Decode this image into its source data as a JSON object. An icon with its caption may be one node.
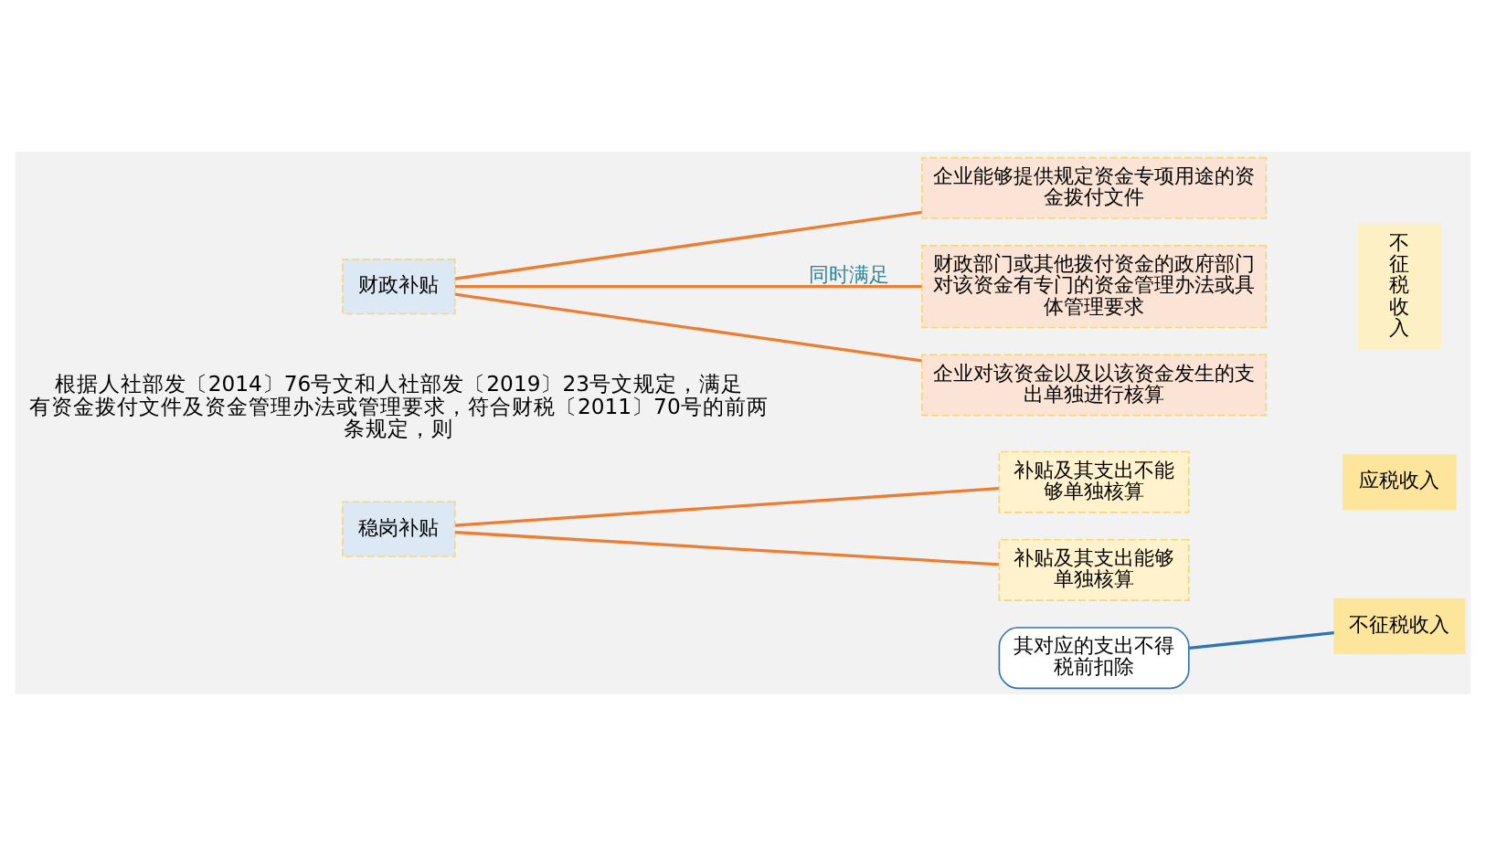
{
  "diagram": {
    "nodes": [
      {
        "text": [
          "财政补贴"
        ]
      },
      {
        "text": [
          "企业能够提供规定资金专项用途的资金拨付文件"
        ]
      },
      {
        "text": [
          "财政部门或其他拨付资金的政府部门对该资金有专门的资金管理办法或具体管理要求"
        ]
      },
      {
        "text": [
          "企业对该资金以及以该资金发生的支出单独进行核算"
        ]
      },
      {
        "text": [
          "不征税收入"
        ]
      },
      {
        "text": [
          "稳岗补贴"
        ]
      },
      {
        "text": [
          "补贴及其支出不能够单独核算"
        ]
      },
      {
        "text": [
          "补贴及其支出能够单独核算"
        ]
      },
      {
        "text": [
          "应税收入"
        ]
      },
      {
        "text": [
          "不征税收入"
        ]
      },
      {
        "text": [
          "其对应的支出不得税前扣除"
        ]
      }
    ],
    "edges": [
      {
        "from": 0,
        "to": 1,
        "arrow": "none"
      },
      {
        "from": 0,
        "to": 2,
        "arrow": "none",
        "label": "同时满足"
      },
      {
        "from": 0,
        "to": 3,
        "arrow": "none"
      },
      {
        "from": 5,
        "to": 6,
        "arrow": "none"
      },
      {
        "from": 5,
        "to": 7,
        "arrow": "none"
      },
      {
        "from": 10,
        "to": 9,
        "arrow": "none",
        "color": "#2e75b6"
      }
    ],
    "labels": [
      "根据人社部发〔2014〕76号文和人社部发〔2019〕23号文规定，满足有资金拨付文件及资金管理办法或管理要求，符合财税〔2011〕70号的前两条规定，则"
    ]
  }
}
